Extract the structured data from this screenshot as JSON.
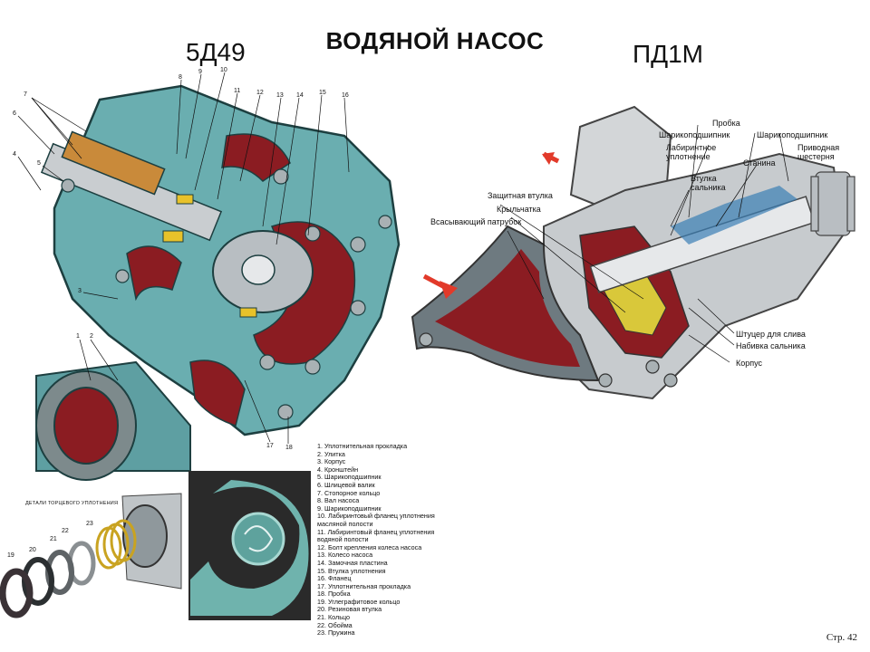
{
  "header": {
    "title": "ВОДЯНОЙ НАСОС",
    "left_model": "5Д49",
    "right_model": "ПД1М"
  },
  "left_diagram": {
    "part_numbers": [
      "1",
      "2",
      "3",
      "4",
      "5",
      "6",
      "7",
      "8",
      "9",
      "10",
      "11",
      "12",
      "13",
      "14",
      "15",
      "16",
      "17",
      "18"
    ]
  },
  "right_diagram": {
    "callouts": [
      "Пробка",
      "Шарикоподшипник",
      "Лабиринтное уплотнение",
      "Шарикоподшипник",
      "Приводная шестерня",
      "Втулка сальника",
      "Станина",
      "Защитная втулка",
      "Крыльчатка",
      "Всасывающий патрубок",
      "Штуцер для слива",
      "Набивка сальника",
      "Корпус"
    ]
  },
  "seal_detail": {
    "title": "ДЕТАЛИ ТОРЦЕВОГО УПЛОТНЕНИЯ",
    "part_numbers": [
      "19",
      "20",
      "21",
      "22",
      "23"
    ]
  },
  "legend": [
    "1. Уплотнительная прокладка",
    "2. Улитка",
    "3. Корпус",
    "4. Кронштейн",
    "5. Шарикоподшипник",
    "6. Шлицевой валик",
    "7. Стопорное кольцо",
    "8. Вал насоса",
    "9. Шарикоподшипник",
    "10. Лабиринтовый фланец уплотнения",
    "масляной полости",
    "11. Лабиринтовый фланец уплотнения",
    "водяной полости",
    "12. Болт крепления колеса насоса",
    "13. Колесо насоса",
    "14. Замочная пластина",
    "15. Втулка уплотнения",
    "16. Фланец",
    "17. Уплотнительная прокладка",
    "18. Пробка",
    "19. Углеграфитовое кольцо",
    "20. Резиновая втулка",
    "21. Кольцо",
    "22. Обойма",
    "23. Пружина"
  ],
  "footer": {
    "page": "Стр. 42"
  },
  "colors": {
    "casing": "#6aaeb0",
    "cavity": "#8b1c22",
    "metal": "#c9cdd0",
    "seal": "#e8c22a"
  }
}
